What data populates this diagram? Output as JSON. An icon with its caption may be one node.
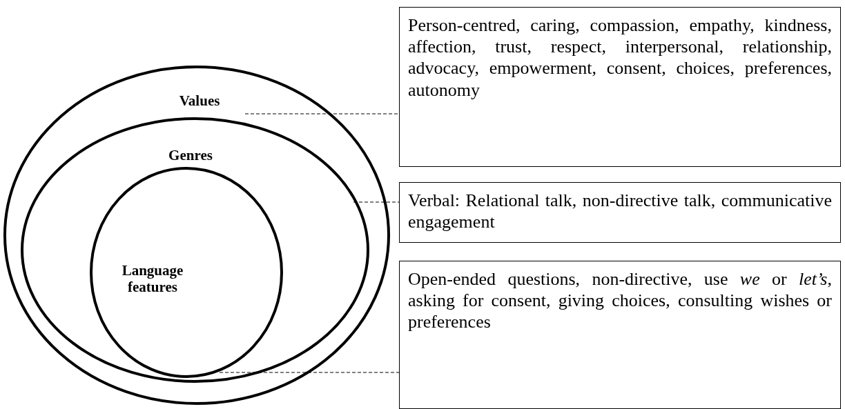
{
  "diagram": {
    "nodes": [
      {
        "text": [
          "Values"
        ]
      },
      {
        "text": [
          "Genres"
        ],
        "in": 0
      },
      {
        "text": [
          "Language features"
        ],
        "in": 1
      },
      {
        "text": [
          "Person-centred, caring, compassion, empathy, kindness, affection, trust, respect, interpersonal, relationship, advocacy, empowerment, consent, choices, preferences, autonomy"
        ]
      },
      {
        "text": [
          "Verbal: Relational talk, non-directive talk, communicative engagement"
        ]
      },
      {
        "text": [
          "Open-ended questions, non-directive, use *we* or *let’s*, asking for consent, giving choices, consulting wishes or preferences"
        ]
      }
    ],
    "edges": [
      {
        "from": 0,
        "to": 3,
        "arrow": "none",
        "style": "dashed"
      },
      {
        "from": 1,
        "to": 4,
        "arrow": "none",
        "style": "dashed"
      },
      {
        "from": 2,
        "to": 5,
        "arrow": "none",
        "style": "dashed"
      }
    ]
  }
}
